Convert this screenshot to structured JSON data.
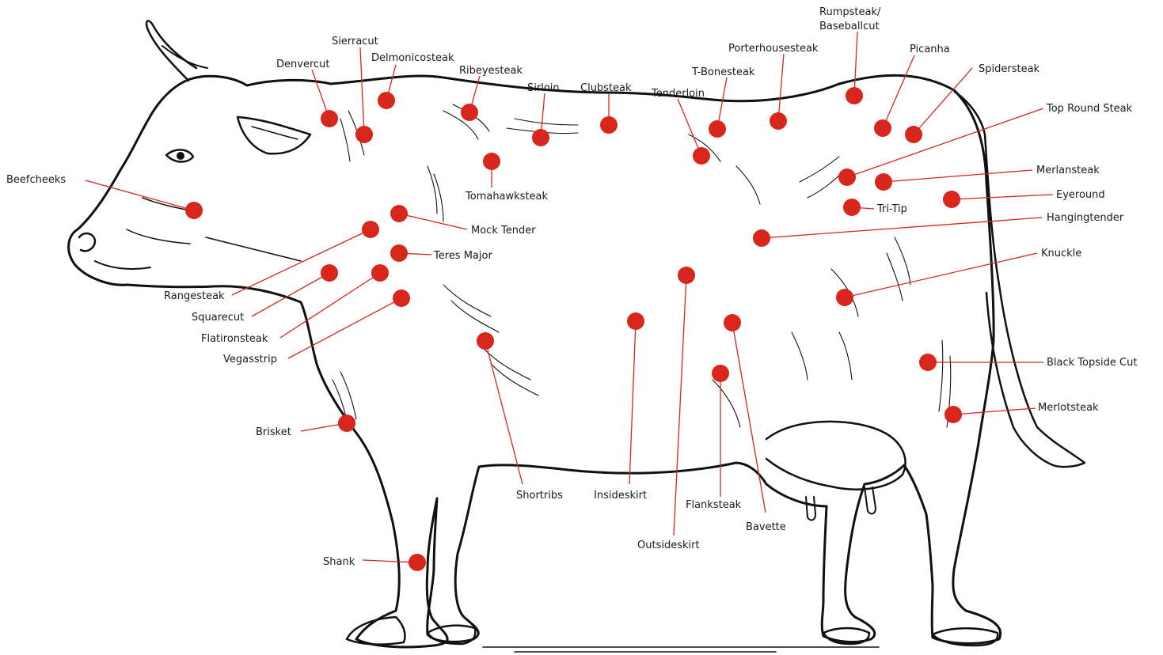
{
  "image": {
    "subject": "cow-line-illustration",
    "accent_color": "#d9261c",
    "line_color": "#111111"
  },
  "cuts": [
    {
      "id": "beefcheeks",
      "label": "Beefcheeks"
    },
    {
      "id": "denvercut",
      "label": "Denvercut"
    },
    {
      "id": "sierracut",
      "label": "Sierracut"
    },
    {
      "id": "delmonicosteak",
      "label": "Delmonicosteak"
    },
    {
      "id": "ribeyesteak",
      "label": "Ribeyesteak"
    },
    {
      "id": "sirloin",
      "label": "Sirloin"
    },
    {
      "id": "clubsteak",
      "label": "Clubsteak"
    },
    {
      "id": "tenderloin",
      "label": "Tenderloin"
    },
    {
      "id": "t-bonesteak",
      "label": "T-Bonesteak"
    },
    {
      "id": "porterhousesteak",
      "label": "Porterhousesteak"
    },
    {
      "id": "rumpsteak",
      "label": "Rumpsteak/",
      "label2": "Baseballcut"
    },
    {
      "id": "picanha",
      "label": "Picanha"
    },
    {
      "id": "spidersteak",
      "label": "Spidersteak"
    },
    {
      "id": "top-round-steak",
      "label": "Top Round Steak"
    },
    {
      "id": "merlansteak",
      "label": "Merlansteak"
    },
    {
      "id": "eyeround",
      "label": "Eyeround"
    },
    {
      "id": "tri-tip",
      "label": "Tri-Tip"
    },
    {
      "id": "hangingtender",
      "label": "Hangingtender"
    },
    {
      "id": "knuckle",
      "label": "Knuckle"
    },
    {
      "id": "black-topside-cut",
      "label": "Black Topside Cut"
    },
    {
      "id": "merlotsteak",
      "label": "Merlotsteak"
    },
    {
      "id": "tomahawksteak",
      "label": "Tomahawksteak"
    },
    {
      "id": "mock-tender",
      "label": "Mock Tender"
    },
    {
      "id": "teres-major",
      "label": "Teres Major"
    },
    {
      "id": "rangesteak",
      "label": "Rangesteak"
    },
    {
      "id": "squarecut",
      "label": "Squarecut"
    },
    {
      "id": "flatironsteak",
      "label": "Flatironsteak"
    },
    {
      "id": "vegasstrip",
      "label": "Vegasstrip"
    },
    {
      "id": "brisket",
      "label": "Brisket"
    },
    {
      "id": "shank",
      "label": "Shank"
    },
    {
      "id": "shortribs",
      "label": "Shortribs"
    },
    {
      "id": "insideskirt",
      "label": "Insideskirt"
    },
    {
      "id": "outsideskirt",
      "label": "Outsideskirt"
    },
    {
      "id": "flanksteak",
      "label": "Flanksteak"
    },
    {
      "id": "bavette",
      "label": "Bavette"
    }
  ]
}
